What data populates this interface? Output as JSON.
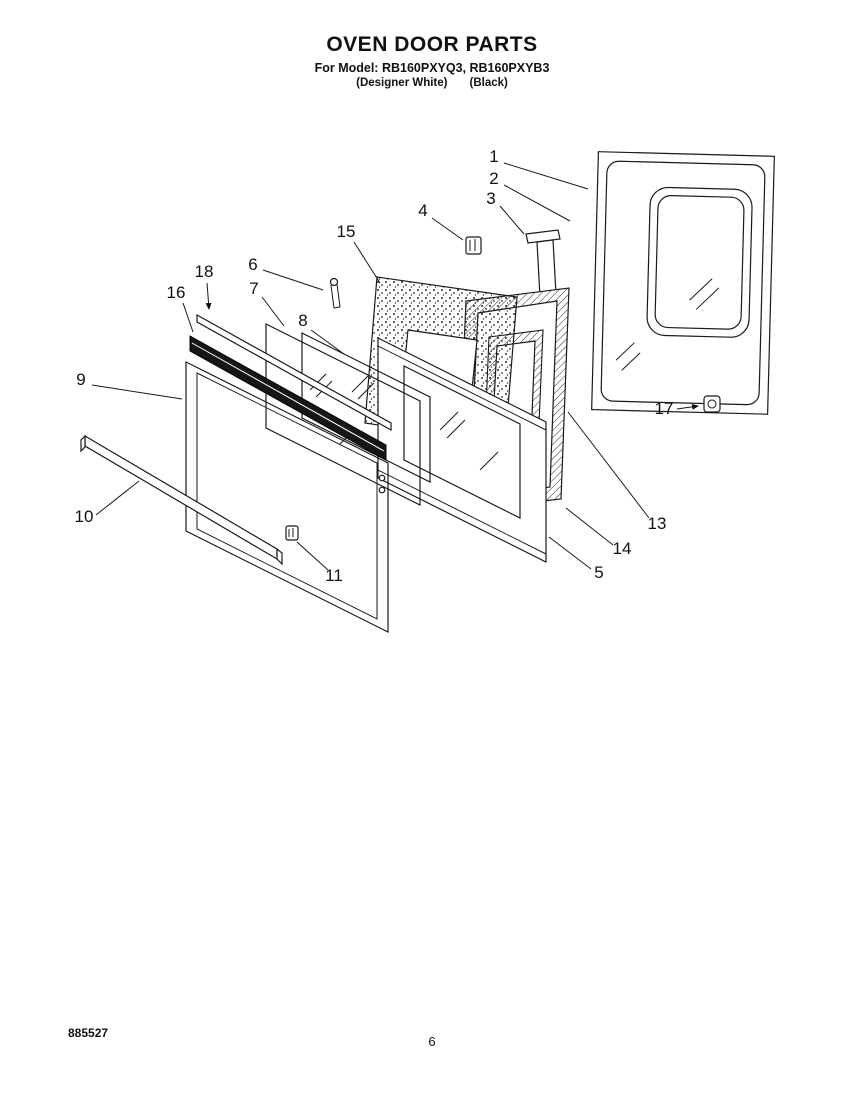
{
  "header": {
    "title": "OVEN DOOR PARTS",
    "model_line": "For Model: RB160PXYQ3, RB160PXYB3",
    "finish_white": "(Designer White)",
    "finish_black": "(Black)"
  },
  "footer": {
    "doc_number": "885527",
    "page_number": "6"
  },
  "diagram": {
    "callout_labels": {
      "p1": "1",
      "p2": "2",
      "p3": "3",
      "p4": "4",
      "p5": "5",
      "p6": "6",
      "p7": "7",
      "p8": "8",
      "p9": "9",
      "p10": "10",
      "p11": "11",
      "p13": "13",
      "p14": "14",
      "p15": "15",
      "p16": "16",
      "p17": "17",
      "p18": "18"
    }
  }
}
